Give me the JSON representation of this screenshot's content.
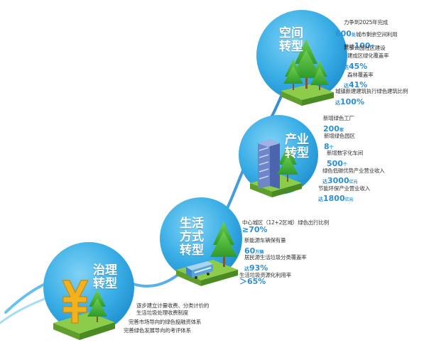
{
  "stages": [
    {
      "title_lines": [
        "空间",
        "转型"
      ]
    },
    {
      "title_lines": [
        "产业",
        "转型"
      ]
    },
    {
      "title_lines": [
        "生活",
        "方式",
        "转型"
      ]
    },
    {
      "title_lines": [
        "治理",
        "转型"
      ]
    }
  ],
  "space": {
    "i1_text": "力争到2025年完成",
    "i1_value": "600",
    "i1_unit": "处",
    "i1_text2": "城市剩余空间利用",
    "i2_text": "推动",
    "i2_value": "100",
    "i2_unit": "个",
    "i2_text2": "共享公园社区建设",
    "i3_text": "建成区绿化覆盖率",
    "i3_prefix": "达",
    "i3_value": "45%",
    "i4_text": "森林覆盖率",
    "i4_prefix": "达",
    "i4_value": "41%",
    "i5_text": "城镇新建建筑执行绿色建筑比例",
    "i5_prefix": "达",
    "i5_value": "100%"
  },
  "industry": {
    "i1_text": "新增绿色工厂",
    "i1_value": "200",
    "i1_unit": "家",
    "i2_text": "新增绿色园区",
    "i2_value": "8",
    "i2_unit": "个",
    "i3_text": "新增数字化车间",
    "i3_value": "500",
    "i3_unit": "个",
    "i4_text": "绿色低碳优势产业营业收入",
    "i4_prefix": "达",
    "i4_value": "3000",
    "i4_unit": "亿元",
    "i5_text": "节能环保产业营业收入",
    "i5_prefix": "达",
    "i5_value": "1800",
    "i5_unit": "亿元"
  },
  "life": {
    "i1_text": "中心城区（12+2区域）绿色出行比例",
    "i1_value": "≥70%",
    "i2_text": "新能源车辆保有量",
    "i2_value": "60",
    "i2_unit": "万辆",
    "i3_text": "居民源生活垃圾分类覆盖率",
    "i3_prefix": "达",
    "i3_value": "93%",
    "i4_text": "生活垃圾资源化利用率",
    "i4_value": "＞65%"
  },
  "governance": {
    "i1_text": "逐步建立计量收费、分类计价的",
    "i1_text2": "生活垃圾处理收费制度",
    "i2_text": "完善市场导向的绿色投融资体系",
    "i3_text": "完善绿色发展导向的考评体系"
  },
  "colors": {
    "accent_blue": "#2b8fd6",
    "circle_blue": "#3aaee6",
    "tree_green": "#46b035",
    "grass_green": "#7cc243",
    "curve_blue": "#3a8fd8",
    "yuan_gold": "#f2b21e"
  }
}
